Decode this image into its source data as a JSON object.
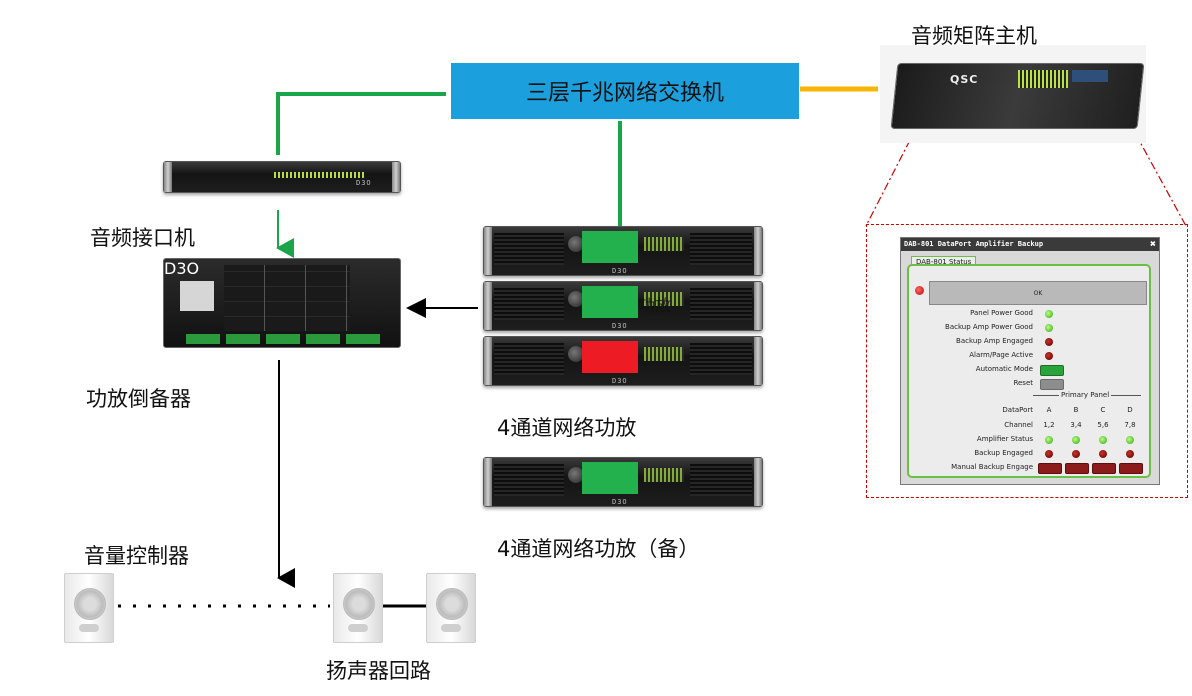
{
  "labels": {
    "switch": "三层千兆网络交换机",
    "matrix_host": "音频矩阵主机",
    "interface": "音频接口机",
    "backup_device": "功放倒备器",
    "amp": "4通道网络功放",
    "amp_spare": "4通道网络功放（备）",
    "volume": "音量控制器",
    "speaker_loop": "扬声器回路"
  },
  "device_text": {
    "qsc_brand": "QSC",
    "d3o_logo": "D3O",
    "overlay_text": "功放"
  },
  "amp_screens": [
    {
      "color": "#22b14c"
    },
    {
      "color": "#22b14c"
    },
    {
      "color": "#ed1c24"
    }
  ],
  "amp_spare_screen": {
    "color": "#22b14c"
  },
  "colors": {
    "switch_fill": "#1ba0dd",
    "green_link": "#1aa54a",
    "yellow_link": "#f7b500",
    "arrow_black": "#000000",
    "dash_red": "#cc0000"
  },
  "popup": {
    "title": "DAB-801 DataPort Amplifier Backup",
    "close_glyph": "✖",
    "tab": "DAB-801 Status",
    "ok": "OK",
    "status_rows": [
      {
        "label": "Panel Power Good",
        "kind": "led",
        "state": "green"
      },
      {
        "label": "Backup Amp Power Good",
        "kind": "led",
        "state": "green"
      },
      {
        "label": "Backup Amp Engaged",
        "kind": "led",
        "state": "dark-red"
      },
      {
        "label": "Alarm/Page Active",
        "kind": "led",
        "state": "dark-red"
      },
      {
        "label": "Automatic Mode",
        "kind": "button",
        "state": "green"
      },
      {
        "label": "Reset",
        "kind": "button",
        "state": "gray"
      }
    ],
    "primary_panel": "Primary Panel",
    "dataport_label": "DataPort",
    "dataports": [
      "A",
      "B",
      "C",
      "D"
    ],
    "channel_label": "Channel",
    "channels": [
      "1,2",
      "3,4",
      "5,6",
      "7,8"
    ],
    "amp_status_label": "Amplifier Status",
    "backup_engaged_label": "Backup Engaged",
    "manual_label": "Manual Backup Engage"
  }
}
